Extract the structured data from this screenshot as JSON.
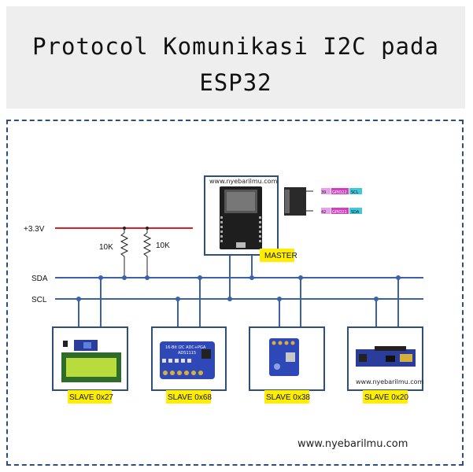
{
  "title": {
    "line1": "Protocol Komunikasi I2C pada",
    "line2": "ESP32"
  },
  "rails": {
    "vcc_label": "+3.3V",
    "sda_label": "SDA",
    "scl_label": "SCL"
  },
  "resistors": [
    {
      "value": "10K"
    },
    {
      "value": "10K"
    }
  ],
  "master": {
    "label": "MASTER",
    "site_text": "www.nyebarilmu.com",
    "pin_gpio_sda": "GPIO21",
    "pin_gpio_scl": "GPIO22",
    "pin_num_sda": "42",
    "pin_num_scl": "39",
    "pin_scl": "SCL",
    "pin_sda": "SDA"
  },
  "slaves": [
    {
      "label": "SLAVE 0x27"
    },
    {
      "label": "SLAVE 0x68",
      "chip_text": "16-Bit I2C ADC+PGA",
      "chip_sub": "ADS1115"
    },
    {
      "label": "SLAVE 0x38"
    },
    {
      "label": "SLAVE 0x20",
      "site_text": "www.nyebarilmu.com"
    }
  ],
  "footer": {
    "url": "www.nyebarilmu.com"
  },
  "colors": {
    "bus": "#3a62a8",
    "vcc": "#e02020",
    "label_bg": "#ffee00",
    "frame": "#2d4f7c",
    "box": "#2d4f7c"
  }
}
